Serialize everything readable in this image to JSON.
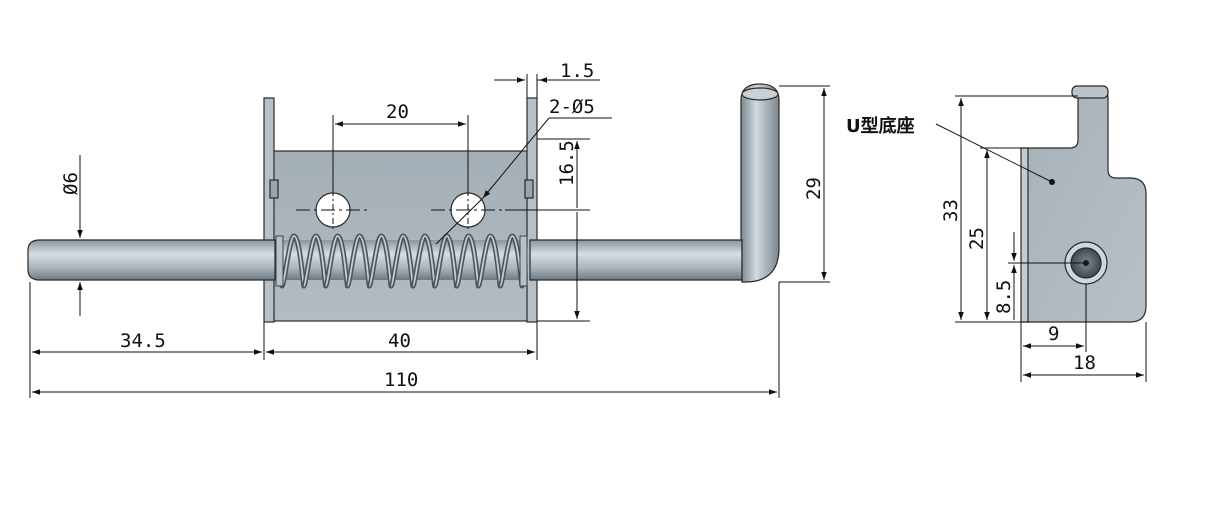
{
  "dimensions": {
    "shaft_diameter": "Ø6",
    "plate_thickness": "1.5",
    "hole_spacing": "20",
    "holes": "2-Ø5",
    "hole_height": "16.5",
    "pin_height": "29",
    "left_extension": "34.5",
    "base_width": "40",
    "total_length": "110",
    "side_height_total": "33",
    "side_height_inner": "25",
    "hole_center_height": "8.5",
    "hole_center_offset": "9",
    "side_width": "18"
  },
  "labels": {
    "u_base": "U型底座"
  },
  "colors": {
    "metal_light": "#c4ccd3",
    "metal_mid": "#9aa5ae",
    "metal_dark": "#5f6b74",
    "plate": "#a9b3bb",
    "line": "#111111"
  }
}
